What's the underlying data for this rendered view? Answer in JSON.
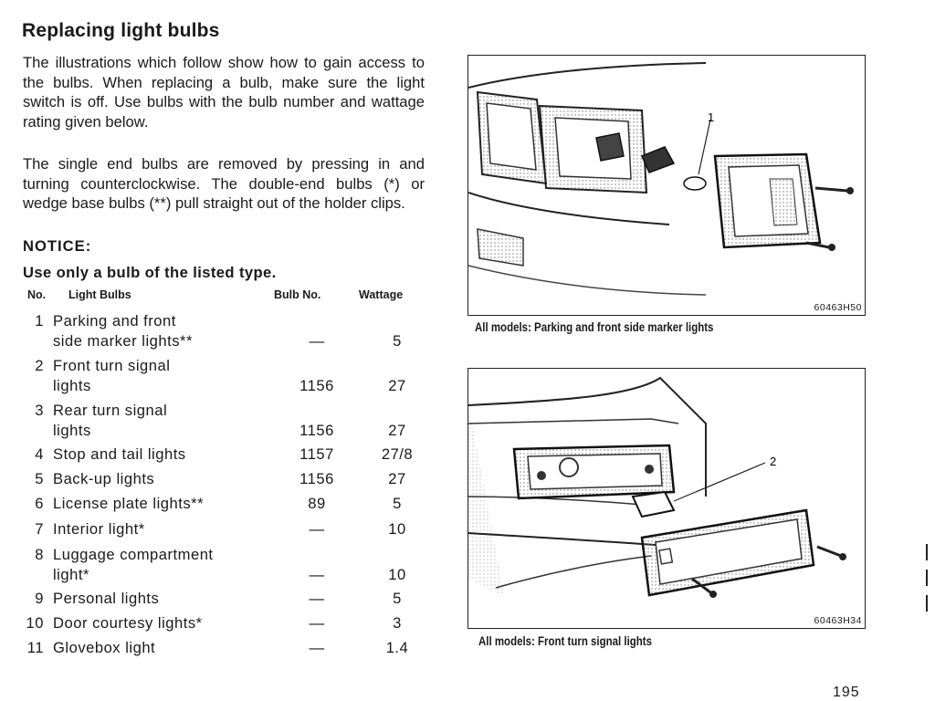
{
  "title": "Replacing light bulbs",
  "intro": "The illustrations which follow show how to gain access to the bulbs. When replacing a bulb, make sure the light switch is off. Use bulbs with the bulb number and wattage rating given below.",
  "removal": "The single end bulbs are removed by pressing in and turning counterclockwise. The double-end bulbs (*) or wedge base bulbs (**) pull straight out of the holder clips.",
  "notice_label": "NOTICE:",
  "notice_text": "Use only a bulb of the listed type.",
  "table": {
    "headers": {
      "no": "No.",
      "name": "Light Bulbs",
      "bulb": "Bulb No.",
      "watt": "Wattage"
    },
    "rows": [
      {
        "no": "1",
        "name_l1": "Parking and front",
        "name_l2": "side marker lights**",
        "bulb": "—",
        "watt": "5"
      },
      {
        "no": "2",
        "name_l1": "Front turn signal",
        "name_l2": "lights",
        "bulb": "1156",
        "watt": "27"
      },
      {
        "no": "3",
        "name_l1": "Rear turn signal",
        "name_l2": "lights",
        "bulb": "1156",
        "watt": "27"
      },
      {
        "no": "4",
        "name_l1": "Stop and tail lights",
        "bulb": "1157",
        "watt": "27/8"
      },
      {
        "no": "5",
        "name_l1": "Back-up lights",
        "bulb": "1156",
        "watt": "27"
      },
      {
        "no": "6",
        "name_l1": "License plate lights**",
        "bulb": "89",
        "watt": "5"
      },
      {
        "no": "7",
        "name_l1": "Interior light*",
        "bulb": "—",
        "watt": "10"
      },
      {
        "no": "8",
        "name_l1": "Luggage compartment",
        "name_l2": "light*",
        "bulb": "—",
        "watt": "10"
      },
      {
        "no": "9",
        "name_l1": "Personal lights",
        "bulb": "—",
        "watt": "5"
      },
      {
        "no": "10",
        "name_l1": "Door courtesy lights*",
        "bulb": "—",
        "watt": "3"
      },
      {
        "no": "11",
        "name_l1": "Glovebox light",
        "bulb": "—",
        "watt": "1.4"
      }
    ]
  },
  "figures": [
    {
      "callout": "1",
      "code": "60463H50",
      "caption": "All models: Parking and front side marker lights"
    },
    {
      "callout": "2",
      "code": "60463H34",
      "caption": "All models: Front turn signal lights"
    }
  ],
  "page_number": "195"
}
